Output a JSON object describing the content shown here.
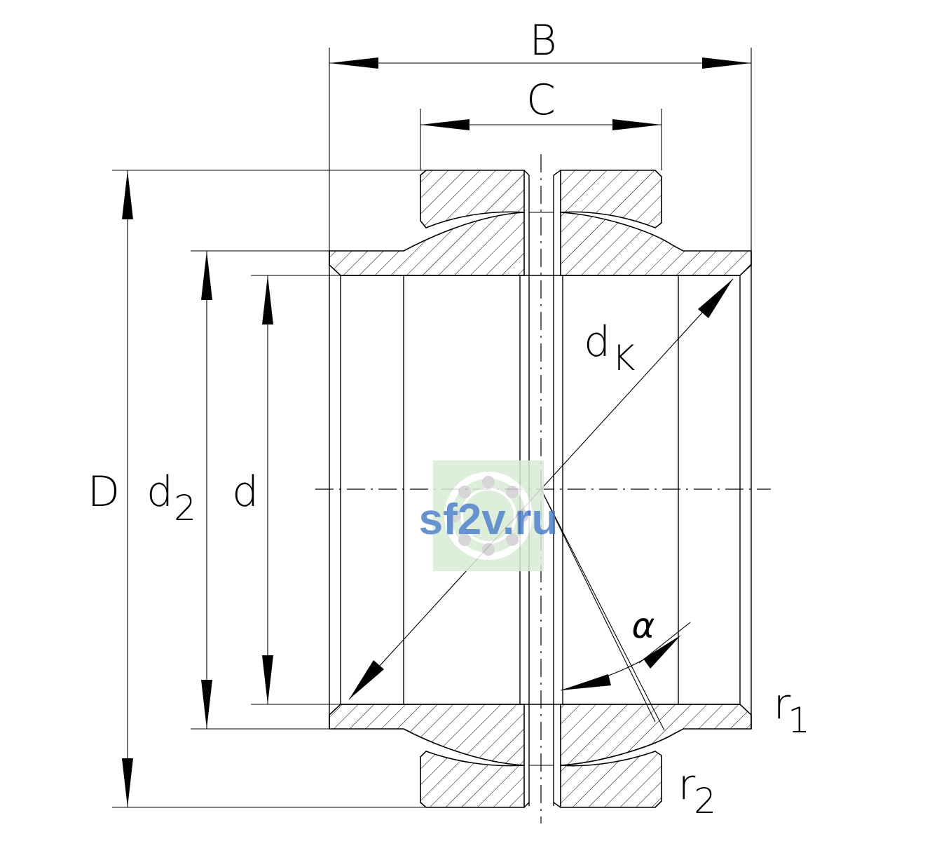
{
  "drawing": {
    "labels": {
      "B": "B",
      "C": "C",
      "D": "D",
      "d2_main": "d",
      "d2_sub": "2",
      "d": "d",
      "dk_main": "d",
      "dk_sub": "K",
      "alpha": "α",
      "r1_main": "r",
      "r1_sub": "1",
      "r2_main": "r",
      "r2_sub": "2"
    },
    "watermark": {
      "text": "sf2v.ru",
      "icon": "bearing-icon",
      "color": "#4d7fc8",
      "background": "#d8ecd4"
    },
    "colors": {
      "line": "#000000",
      "background": "#ffffff"
    }
  }
}
